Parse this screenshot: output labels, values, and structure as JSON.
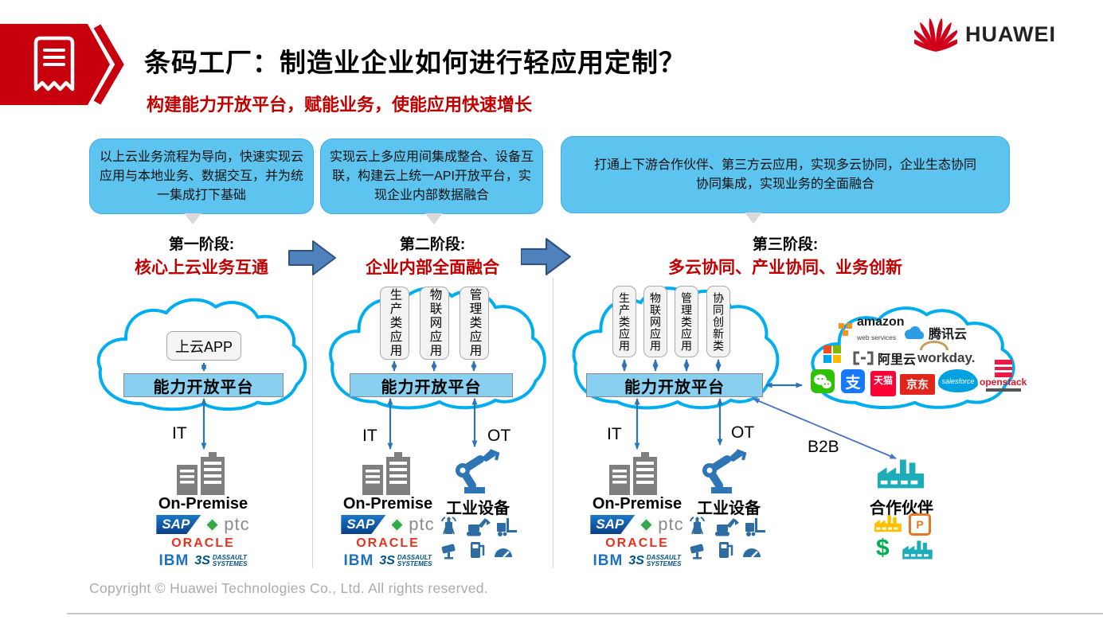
{
  "header": {
    "title": "条码工厂：制造业企业如何进行轻应用定制？",
    "subtitle": "构建能力开放平台，赋能业务，使能应用快速增长",
    "brand": "HUAWEI"
  },
  "callouts": [
    {
      "text": "以上云业务流程为导向，快速实现云应用与本地业务、数据交互，并为统一集成打下基础"
    },
    {
      "text": "实现云上多应用间集成整合、设备互联，构建云上统一API开放平台，实现企业内部数据融合"
    },
    {
      "text": "打通上下游合作伙伴、第三方云应用，实现多云协同，企业生态协同\n协同集成，实现业务的全面融合"
    }
  ],
  "stages": [
    {
      "label": "第一阶段:",
      "name": "核心上云业务互通"
    },
    {
      "label": "第二阶段:",
      "name": "企业内部全面融合"
    },
    {
      "label": "第三阶段:",
      "name": "多云协同、产业协同、业务创新"
    }
  ],
  "platform": {
    "label": "能力开放平台"
  },
  "cloud1": {
    "app": "上云APP"
  },
  "cloud2": {
    "apps": [
      "生产类应用",
      "物联网应用",
      "管理类应用"
    ]
  },
  "cloud3": {
    "apps": [
      "生产类应用",
      "物联网应用",
      "管理类应用",
      "协同创新类"
    ]
  },
  "partner_cloud": {
    "aws": "amazon",
    "aws_sub": "web services",
    "tencent": "腾讯云",
    "aliyun": "阿里云",
    "workday": "workday.",
    "alipay": "支",
    "tmall": "天猫",
    "jd": "京东",
    "salesforce": "salesforce",
    "openstack": "openstack"
  },
  "labels": {
    "it": "IT",
    "ot": "OT",
    "b2b": "B2B",
    "on_premise": "On-Premise",
    "industrial": "工业设备",
    "partner": "合作伙伴",
    "p_icon": "P",
    "dollar": "$"
  },
  "vendors": {
    "sap": "SAP",
    "ptc": "ptc",
    "oracle": "ORACLE",
    "ibm": "IBM",
    "dassault_line1": "DASSAULT",
    "dassault_line2": "SYSTEMES"
  },
  "colors": {
    "accent_red": "#C8000E",
    "stage_red": "#C00000",
    "cloud_stroke": "#00AEEF",
    "callout_blue": "#5CC4EE",
    "platform_bar_blue": "#89CFEF",
    "connector_blue": "#2E74B5",
    "device_blue": "#2E6DA4",
    "partner_teal": "#1CADB8"
  },
  "footer": {
    "copyright": "Copyright © Huawei Technologies Co., Ltd. All rights reserved."
  }
}
